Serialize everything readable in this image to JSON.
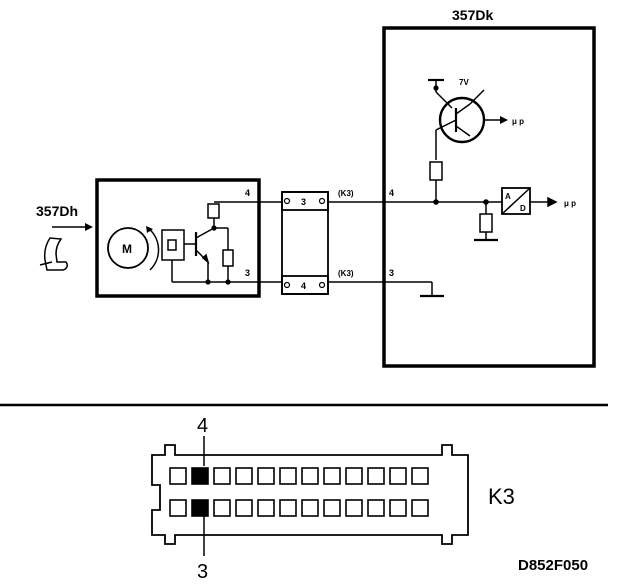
{
  "modules": {
    "control_unit": {
      "label": "357Dk"
    },
    "seat_sensor": {
      "label": "357Dh",
      "motor_symbol": "M"
    }
  },
  "wiring": {
    "pin_top": "4",
    "pin_bottom": "3",
    "connector_label_top": "(K3)",
    "connector_label_bottom": "(K3)",
    "junction_top_pin": "3",
    "junction_bottom_pin": "4",
    "ecu_pin_top": "4",
    "ecu_pin_bottom": "3"
  },
  "ecu_internals": {
    "supply_voltage": "7V",
    "transistor_output": "μ p",
    "adc_label_a": "A",
    "adc_label_d": "D",
    "adc_output": "μ p"
  },
  "connector": {
    "name": "K3",
    "top_pin_label": "4",
    "bottom_pin_label": "3",
    "pins_per_row": 12,
    "filled_top_index": 1,
    "filled_bottom_index": 1
  },
  "figure_code": "D852F050"
}
